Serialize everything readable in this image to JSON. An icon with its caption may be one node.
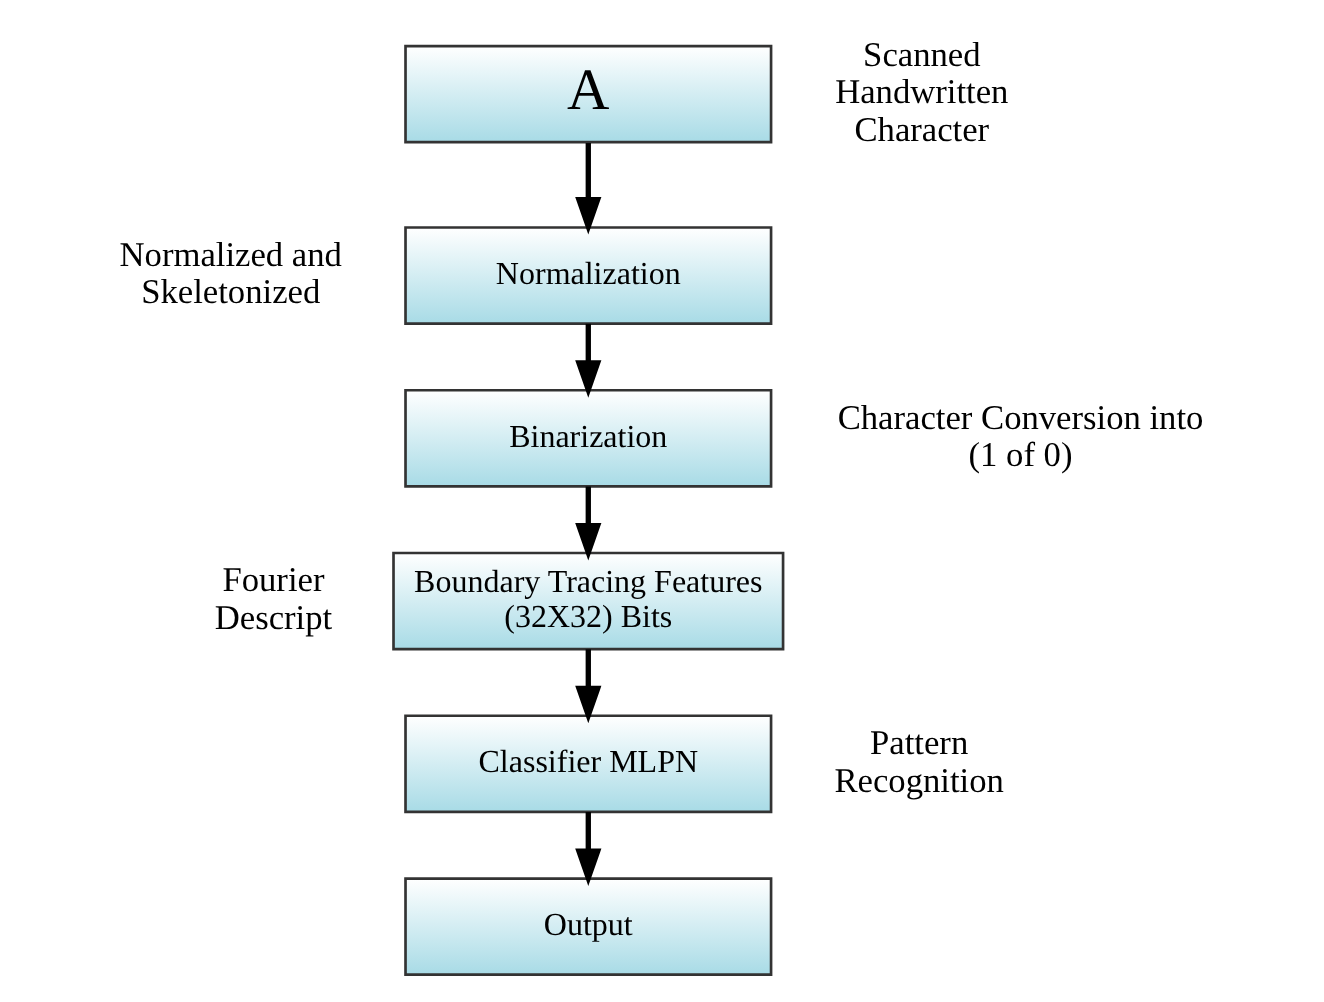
{
  "diagram": {
    "nodes": [
      {
        "text": [
          "A"
        ],
        "beside": [
          "Scanned Handwritten Character"
        ]
      },
      {
        "text": [
          "Normalization"
        ],
        "beside": [
          "Normalized and Skeletonized"
        ]
      },
      {
        "text": [
          "Binarization"
        ],
        "beside": [
          "Character Conversion into (1 of 0)"
        ]
      },
      {
        "text": [
          "Boundary Tracing Features (32X32) Bits"
        ],
        "beside": [
          "Fourier Descript"
        ]
      },
      {
        "text": [
          "Classifier MLPN"
        ],
        "beside": [
          "Pattern Recognition"
        ]
      },
      {
        "text": [
          "Output"
        ]
      }
    ],
    "edges": [
      {
        "from": 0,
        "to": 1,
        "arrow": "to"
      },
      {
        "from": 1,
        "to": 2,
        "arrow": "to"
      },
      {
        "from": 2,
        "to": 3,
        "arrow": "to"
      },
      {
        "from": 3,
        "to": 4,
        "arrow": "to"
      },
      {
        "from": 4,
        "to": 5,
        "arrow": "to"
      }
    ]
  }
}
